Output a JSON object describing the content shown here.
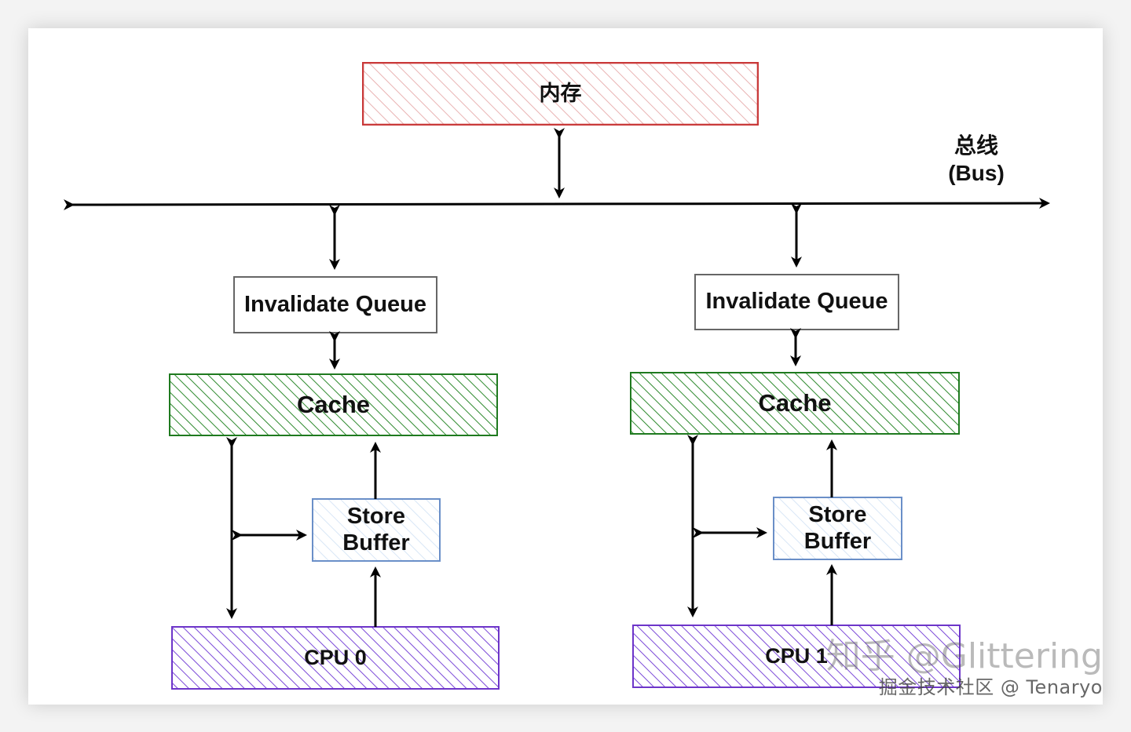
{
  "diagram": {
    "memory": {
      "label": "内存"
    },
    "bus": {
      "label_line1": "总线",
      "label_line2": "(Bus)"
    },
    "left_cpu": {
      "invalidate_queue": "Invalidate Queue",
      "cache": "Cache",
      "store_buffer_line1": "Store",
      "store_buffer_line2": "Buffer",
      "cpu": "CPU 0"
    },
    "right_cpu": {
      "invalidate_queue": "Invalidate Queue",
      "cache": "Cache",
      "store_buffer_line1": "Store",
      "store_buffer_line2": "Buffer",
      "cpu": "CPU 1"
    }
  },
  "watermark": {
    "line1": "知乎 @Glittering",
    "line2": "掘金技术社区 @ Tenaryo"
  },
  "colors": {
    "memory": "#c83434",
    "cache": "#1f7a1f",
    "store_buffer": "#6a8fc8",
    "cpu": "#6d35c9",
    "queue": "#666666",
    "arrow": "#000000"
  }
}
